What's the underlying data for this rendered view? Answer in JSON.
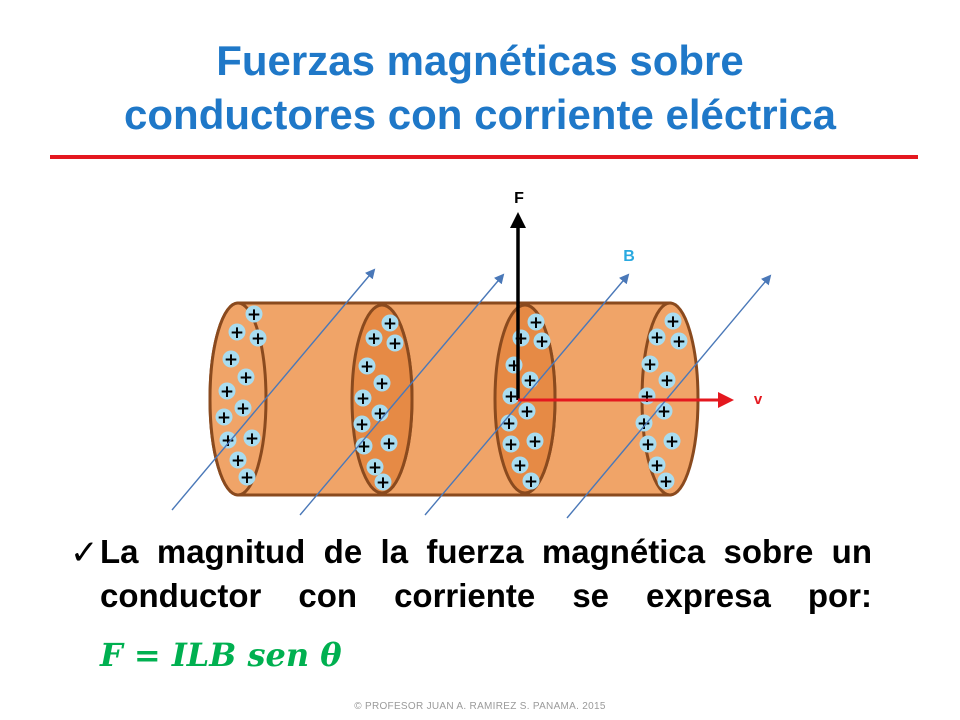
{
  "slide": {
    "title_line1": "Fuerzas magnéticas sobre",
    "title_line2": "conductores con corriente eléctrica",
    "body_text": "La magnitud de la fuerza magnética sobre un conductor con corriente se expresa por:",
    "formula": "𝑭 = 𝑰𝑳𝑩 𝒔𝒆𝒏 𝜽",
    "footer": "© PROFESOR JUAN A. RAMIREZ S.  PANAMA.  2015"
  },
  "diagram": {
    "labels": {
      "force": "F",
      "field": "B",
      "velocity": "v"
    },
    "charge_symbol": "+",
    "bullet_icon": "check-mark-icon"
  },
  "colors": {
    "title": "#1F78C8",
    "rule": "#E4181F",
    "conductor_fill": "#F0A468",
    "conductor_stroke": "#8A4A1E",
    "disc_fill": "#E68A45",
    "charge_fill": "#A9DCEF",
    "force_arrow": "#000000",
    "velocity_arrow": "#E4181F",
    "field_lines": "#4A78B8",
    "field_label": "#29A9E0",
    "formula": "#00B050"
  }
}
